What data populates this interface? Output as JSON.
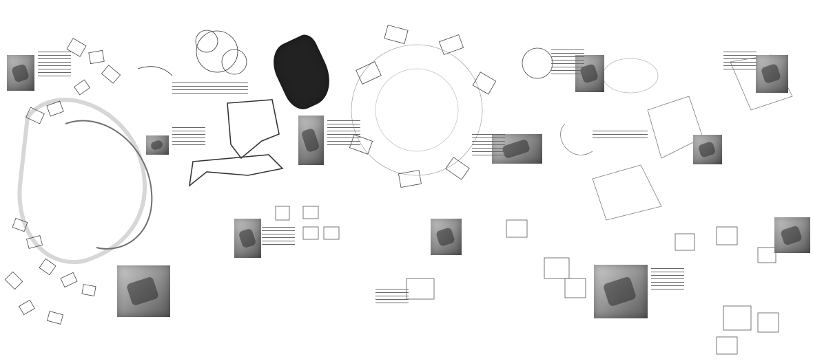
{
  "image": {
    "kind": "architectural sketch collage",
    "background": "#ffffff",
    "ink": "#1a1a1a"
  },
  "photos": [
    {
      "name": "photo-model-1"
    },
    {
      "name": "photo-model-2"
    },
    {
      "name": "photo-model-3"
    },
    {
      "name": "photo-model-4"
    },
    {
      "name": "photo-model-5"
    },
    {
      "name": "photo-model-6"
    },
    {
      "name": "photo-model-7"
    },
    {
      "name": "photo-model-8"
    },
    {
      "name": "photo-model-9"
    },
    {
      "name": "photo-model-10"
    },
    {
      "name": "photo-model-11"
    },
    {
      "name": "photo-model-12"
    },
    {
      "name": "photo-model-13"
    }
  ]
}
